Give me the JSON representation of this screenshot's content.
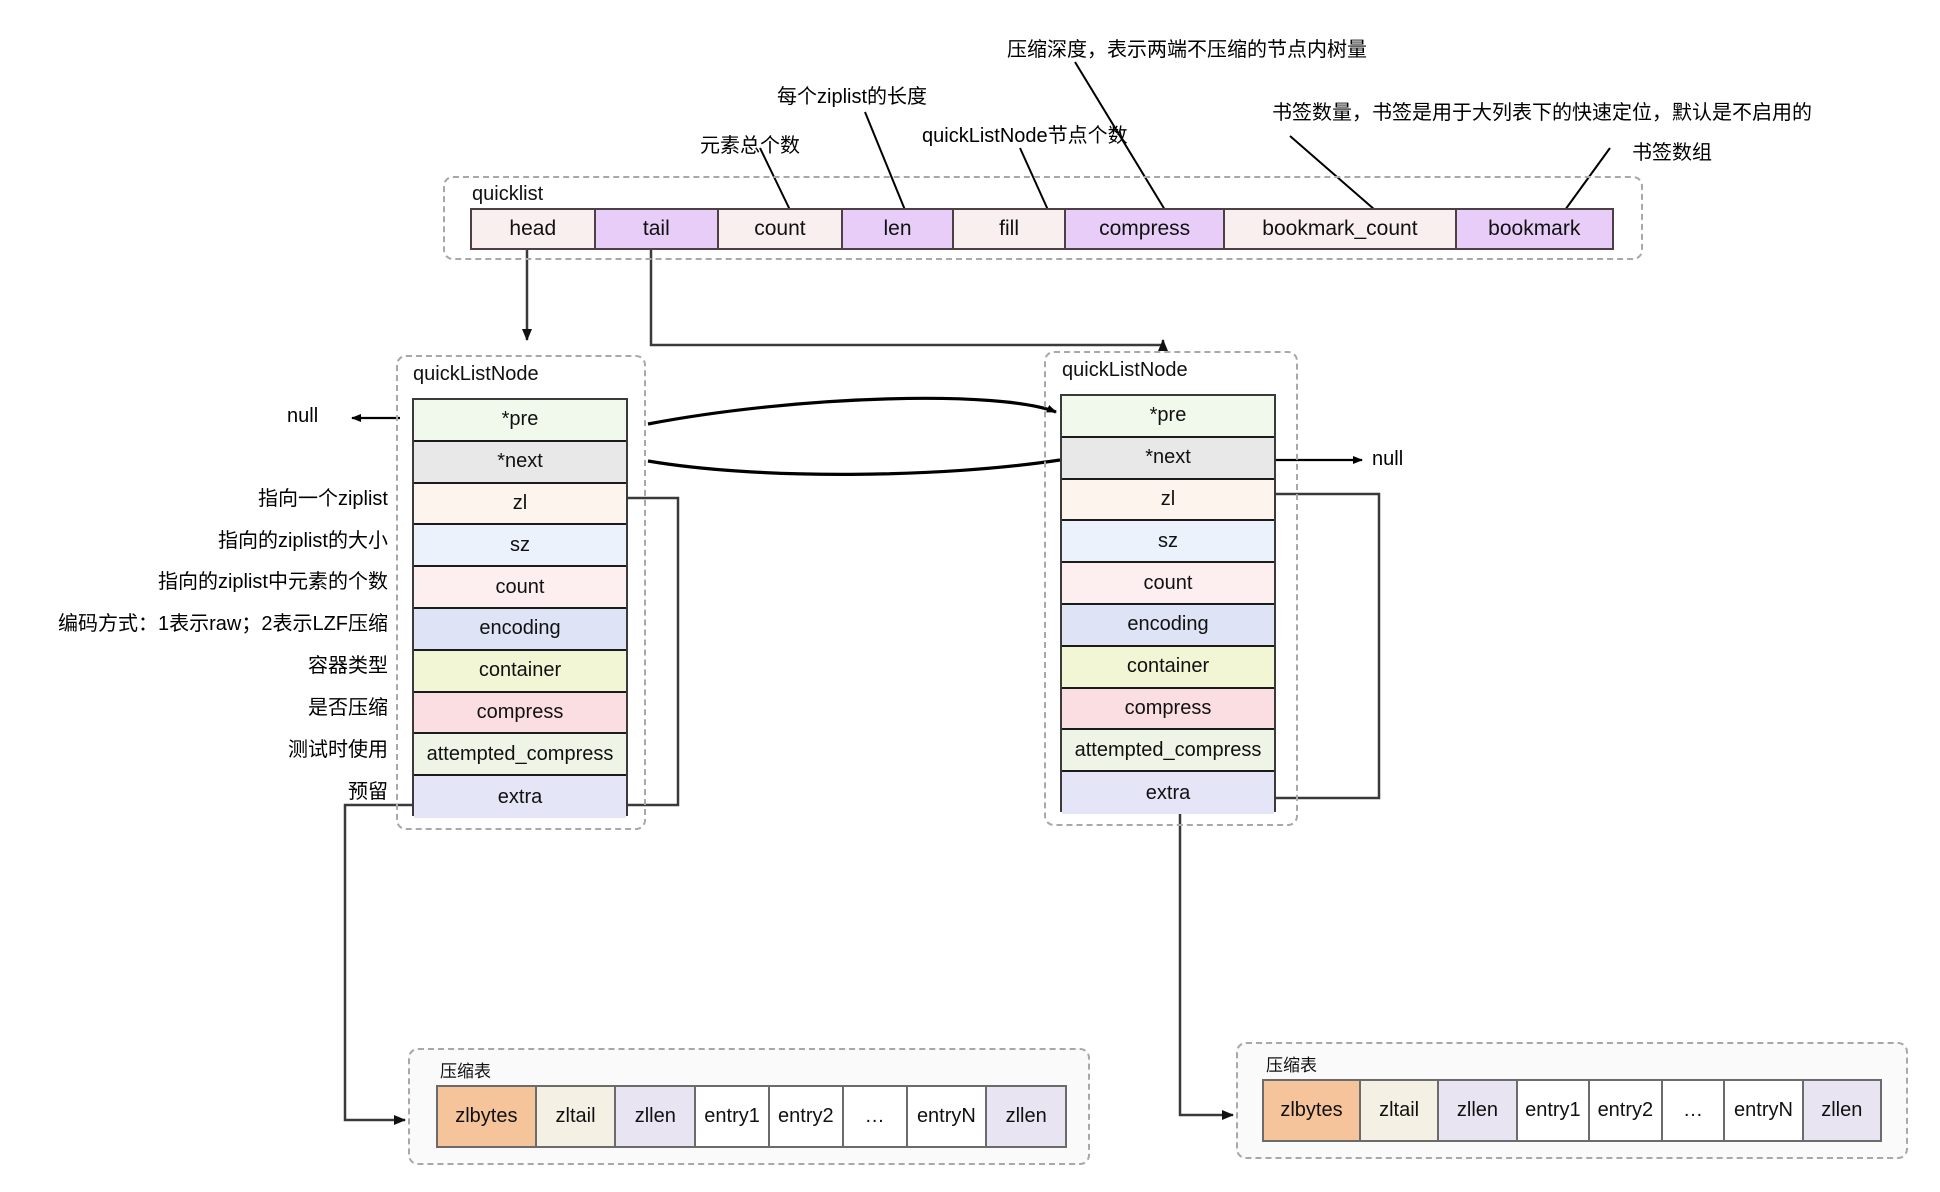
{
  "diagram": {
    "title_hidden": "",
    "quicklist": {
      "caption": "quicklist",
      "fields": [
        {
          "label": "head",
          "color": "#f9efef"
        },
        {
          "label": "tail",
          "color": "#e9cdf9"
        },
        {
          "label": "count",
          "color": "#f9efef"
        },
        {
          "label": "len",
          "color": "#e9cdf9"
        },
        {
          "label": "fill",
          "color": "#f9efef"
        },
        {
          "label": "compress",
          "color": "#e9cdf9"
        },
        {
          "label": "bookmark_count",
          "color": "#f9efef"
        },
        {
          "label": "bookmark",
          "color": "#e9cdf9"
        }
      ]
    },
    "top_annotations": [
      {
        "text": "元素总个数"
      },
      {
        "text": "每个ziplist的长度"
      },
      {
        "text": "quickListNode节点个数"
      },
      {
        "text": "压缩深度，表示两端不压缩的节点内树量"
      },
      {
        "text": "书签数量，书签是用于大列表下的快速定位，默认是不启用的"
      },
      {
        "text": "书签数组"
      }
    ],
    "node_caption": "quickListNode",
    "node_fields": [
      {
        "label": "*pre",
        "color": "#f1f8ec"
      },
      {
        "label": "*next",
        "color": "#e8e8e8"
      },
      {
        "label": "zl",
        "color": "#fdf5ed"
      },
      {
        "label": "sz",
        "color": "#ecf2fc"
      },
      {
        "label": "count",
        "color": "#fdeef0"
      },
      {
        "label": "encoding",
        "color": "#dee4f5"
      },
      {
        "label": "container",
        "color": "#f2f6d5"
      },
      {
        "label": "compress",
        "color": "#fbdee2"
      },
      {
        "label": "attempted_compress",
        "color": "#eef4e6"
      },
      {
        "label": "extra",
        "color": "#e4e6f8"
      }
    ],
    "left_field_annotations": [
      {
        "text": "指向一个ziplist"
      },
      {
        "text": "指向的ziplist的大小"
      },
      {
        "text": "指向的ziplist中元素的个数"
      },
      {
        "text": "编码方式：1表示raw；2表示LZF压缩"
      },
      {
        "text": "容器类型"
      },
      {
        "text": "是否压缩"
      },
      {
        "text": "测试时使用"
      },
      {
        "text": "预留"
      }
    ],
    "null_labels": [
      {
        "text": "null"
      },
      {
        "text": "null"
      }
    ],
    "ziplist": {
      "caption": "压缩表",
      "cells": [
        {
          "label": "zlbytes",
          "color": "#f5c49a"
        },
        {
          "label": "zltail",
          "color": "#f4f1e4"
        },
        {
          "label": "zllen",
          "color": "#e8e4f2"
        },
        {
          "label": "entry1",
          "color": "#ffffff"
        },
        {
          "label": "entry2",
          "color": "#ffffff"
        },
        {
          "label": "…",
          "color": "#ffffff"
        },
        {
          "label": "entryN",
          "color": "#ffffff"
        },
        {
          "label": "zllen",
          "color": "#e8e4f2"
        }
      ]
    }
  }
}
